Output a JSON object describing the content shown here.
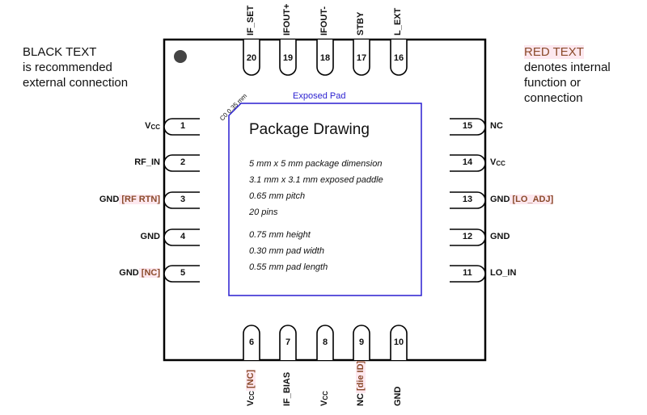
{
  "legend": {
    "black_title": "BLACK TEXT",
    "black_desc": [
      "is recommended",
      "external connection"
    ],
    "red_title": "RED TEXT",
    "red_desc": [
      "denotes internal",
      "function or",
      "connection"
    ]
  },
  "pad": {
    "label": "Exposed Pad",
    "chamfer": "C0 0.35 mm",
    "title": "Package Drawing",
    "specs": [
      "5  mm x 5 mm package dimension",
      "3.1 mm  x 3.1 mm exposed paddle",
      "0.65 mm pitch",
      "20 pins",
      "0.75 mm height",
      "0.30 mm pad width",
      "0.55 mm pad length"
    ]
  },
  "pins": {
    "left": [
      {
        "n": "1",
        "name": "V",
        "sub": "CC",
        "red": ""
      },
      {
        "n": "2",
        "name": "RF_IN",
        "sub": "",
        "red": ""
      },
      {
        "n": "3",
        "name": "GND",
        "sub": "",
        "red": "[RF RTN]"
      },
      {
        "n": "4",
        "name": "GND",
        "sub": "",
        "red": ""
      },
      {
        "n": "5",
        "name": "GND",
        "sub": "",
        "red": "[NC]"
      }
    ],
    "bottom": [
      {
        "n": "6",
        "name": "V",
        "sub": "CC",
        "red": "[NC]"
      },
      {
        "n": "7",
        "name": "IF_BIAS",
        "sub": "",
        "red": ""
      },
      {
        "n": "8",
        "name": "V",
        "sub": "CC",
        "red": ""
      },
      {
        "n": "9",
        "name": "NC",
        "sub": "",
        "red": "[die ID]"
      },
      {
        "n": "10",
        "name": "GND",
        "sub": "",
        "red": ""
      }
    ],
    "right": [
      {
        "n": "11",
        "name": "LO_IN",
        "sub": "",
        "red": ""
      },
      {
        "n": "12",
        "name": "GND",
        "sub": "",
        "red": ""
      },
      {
        "n": "13",
        "name": "GND",
        "sub": "",
        "red": "[LO_ADJ]"
      },
      {
        "n": "14",
        "name": "V",
        "sub": "CC",
        "red": ""
      },
      {
        "n": "15",
        "name": "NC",
        "sub": "",
        "red": ""
      }
    ],
    "top": [
      {
        "n": "16",
        "name": "L_EXT"
      },
      {
        "n": "17",
        "name": "STBY"
      },
      {
        "n": "18",
        "name": "IFOUT-"
      },
      {
        "n": "19",
        "name": "IFOUT+"
      },
      {
        "n": "20",
        "name": "IF_SET"
      }
    ]
  },
  "colors": {
    "pad": "#2a1fd0",
    "red_text": "#8a4a2a"
  }
}
